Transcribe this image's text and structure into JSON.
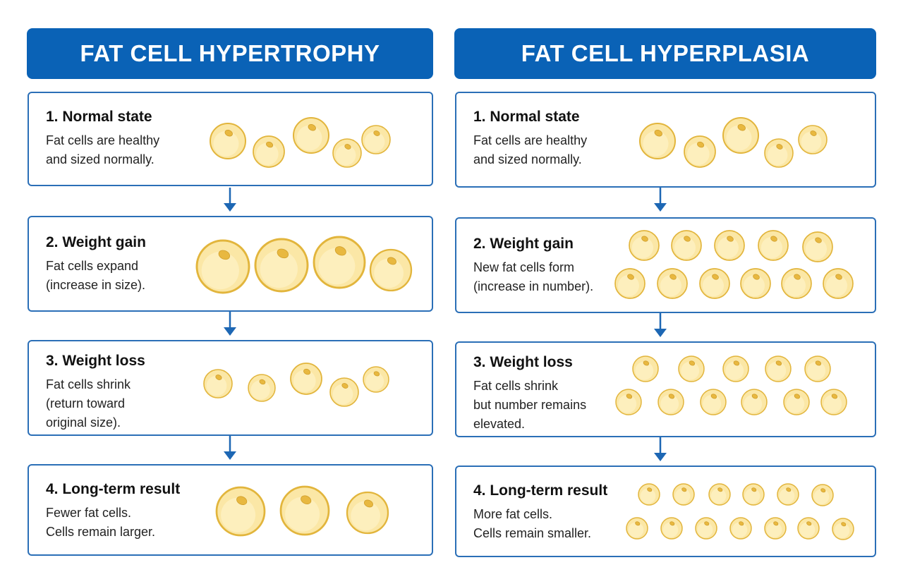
{
  "left": {
    "title": "FAT CELL HYPERTROPHY",
    "steps": [
      {
        "title": "1. Normal state",
        "desc": "Fat cells are healthy\nand sized normally."
      },
      {
        "title": "2. Weight gain",
        "desc": "Fat cells expand\n(increase in size)."
      },
      {
        "title": "3. Weight loss",
        "desc": "Fat cells shrink\n(return toward\noriginal size)."
      },
      {
        "title": "4. Long-term result",
        "desc": "Fewer fat cells.\nCells remain larger."
      }
    ]
  },
  "right": {
    "title": "FAT CELL HYPERPLASIA",
    "steps": [
      {
        "title": "1. Normal state",
        "desc": "Fat cells are healthy\nand sized normally."
      },
      {
        "title": "2. Weight gain",
        "desc": "New fat cells form\n(increase in number)."
      },
      {
        "title": "3. Weight loss",
        "desc": "Fat cells shrink\nbut number remains\nelevated."
      },
      {
        "title": "4. Long-term result",
        "desc": "More fat cells.\nCells remain smaller."
      }
    ]
  },
  "colors": {
    "header": "#0a62b6",
    "border": "#2b6fb7",
    "arrow": "#1d67b4",
    "cell_fill": "#fbe7a6",
    "cell_stroke": "#e2b53c",
    "nucleus": "#e8b840"
  },
  "icons": {
    "fat_cell": "fat-cell-icon",
    "arrow": "arrow-down-icon"
  }
}
